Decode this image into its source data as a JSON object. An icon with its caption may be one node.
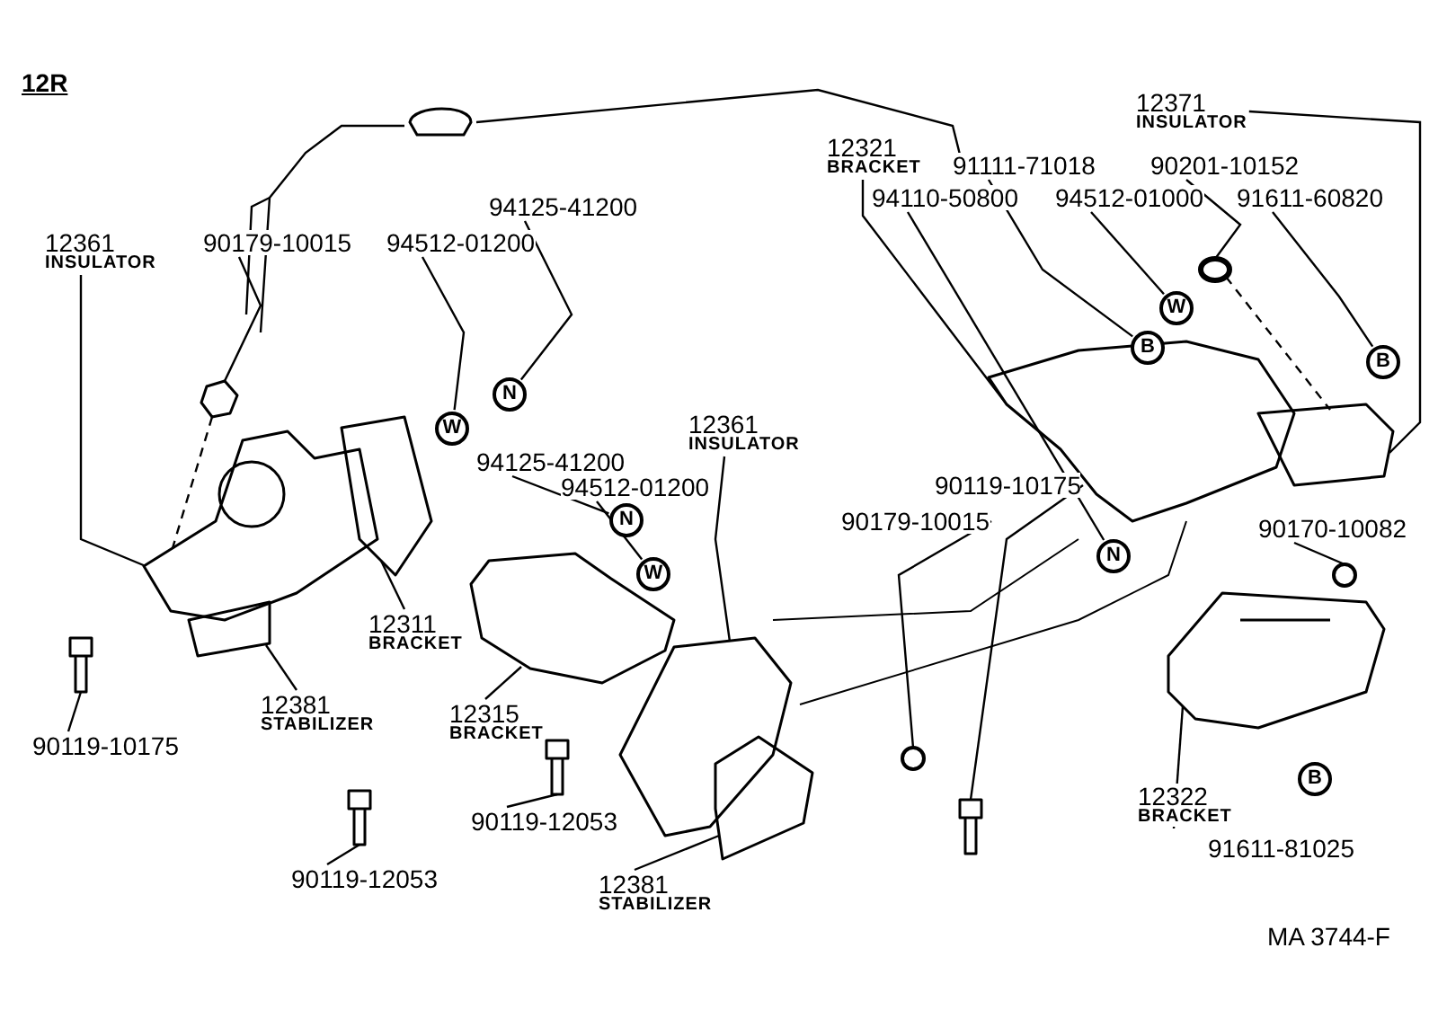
{
  "diagram": {
    "nodes": [
      {
        "text": [
          "12361",
          "INSULATOR"
        ]
      },
      {
        "text": [
          "90179-10015"
        ]
      },
      {
        "text": [
          "94512-01200"
        ]
      },
      {
        "text": [
          "94125-41200"
        ]
      },
      {
        "text": [
          "W"
        ]
      },
      {
        "text": [
          "N"
        ]
      },
      {
        "text": [
          "94125-41200"
        ]
      },
      {
        "text": [
          "94512-01200"
        ]
      },
      {
        "text": [
          "N"
        ]
      },
      {
        "text": [
          "W"
        ]
      },
      {
        "text": [
          "12361",
          "INSULATOR"
        ]
      },
      {
        "text": [
          "12311",
          "BRACKET"
        ]
      },
      {
        "text": [
          "12381",
          "STABILIZER"
        ]
      },
      {
        "text": [
          "12315",
          "BRACKET"
        ]
      },
      {
        "text": [
          "90119-10175"
        ]
      },
      {
        "text": [
          "90119-12053"
        ]
      },
      {
        "text": [
          "90119-12053"
        ]
      },
      {
        "text": [
          "12381",
          "STABILIZER"
        ]
      },
      {
        "text": [
          "90119-10175"
        ]
      },
      {
        "text": [
          "90179-10015"
        ]
      },
      {
        "text": [
          "12321",
          "BRACKET"
        ]
      },
      {
        "text": [
          "94110-50800"
        ]
      },
      {
        "text": [
          "N"
        ]
      },
      {
        "text": [
          "12371",
          "INSULATOR"
        ]
      },
      {
        "text": [
          "91111-71018"
        ]
      },
      {
        "text": [
          "B"
        ]
      },
      {
        "text": [
          "94512-01000"
        ]
      },
      {
        "text": [
          "W"
        ]
      },
      {
        "text": [
          "90201-10152"
        ]
      },
      {
        "text": [
          "91611-60820"
        ]
      },
      {
        "text": [
          "B"
        ]
      },
      {
        "text": [
          "90170-10082"
        ]
      },
      {
        "text": [
          "12322",
          "BRACKET"
        ]
      },
      {
        "text": [
          "B"
        ]
      },
      {
        "text": [
          "91611-81025"
        ]
      },
      {
        "text": [],
        "shape": "picture"
      },
      {
        "text": [],
        "shape": "picture"
      },
      {
        "text": [],
        "shape": "picture"
      },
      {
        "text": [],
        "shape": "picture"
      },
      {
        "text": [],
        "shape": "picture"
      },
      {
        "text": [],
        "shape": "picture"
      },
      {
        "text": [],
        "shape": "picture"
      },
      {
        "text": [],
        "shape": "picture"
      },
      {
        "text": [],
        "shape": "picture"
      },
      {
        "text": [],
        "shape": "picture"
      },
      {
        "text": [],
        "shape": "picture"
      },
      {
        "text": [],
        "shape": "picture"
      },
      {
        "text": [],
        "shape": "picture"
      },
      {
        "text": [],
        "shape": "picture"
      },
      {
        "text": [],
        "shape": "picture"
      },
      {
        "text": [],
        "shape": "picture"
      },
      {
        "text": [],
        "shape": "picture"
      }
    ],
    "edges": [
      {
        "from": 0,
        "to": 36,
        "arrow": "none"
      },
      {
        "from": 1,
        "to": 35,
        "arrow": "none"
      },
      {
        "from": 2,
        "to": 4,
        "arrow": "none"
      },
      {
        "from": 3,
        "to": 5,
        "arrow": "none"
      },
      {
        "from": 6,
        "to": 8,
        "arrow": "none"
      },
      {
        "from": 7,
        "to": 9,
        "arrow": "none"
      },
      {
        "from": 10,
        "to": 43,
        "arrow": "none"
      },
      {
        "from": 11,
        "to": 37,
        "arrow": "none"
      },
      {
        "from": 12,
        "to": 38,
        "arrow": "none"
      },
      {
        "from": 13,
        "to": 41,
        "arrow": "none"
      },
      {
        "from": 14,
        "to": 39,
        "arrow": "none"
      },
      {
        "from": 15,
        "to": 40,
        "arrow": "none"
      },
      {
        "from": 16,
        "to": 42,
        "arrow": "none"
      },
      {
        "from": 17,
        "to": 44,
        "arrow": "none"
      },
      {
        "from": 18,
        "to": 45,
        "arrow": "none"
      },
      {
        "from": 19,
        "to": 46,
        "arrow": "none"
      },
      {
        "from": 20,
        "to": 47,
        "arrow": "none"
      },
      {
        "from": 21,
        "to": 22,
        "arrow": "none"
      },
      {
        "from": 23,
        "to": 48,
        "arrow": "none"
      },
      {
        "from": 24,
        "to": 25,
        "arrow": "none"
      },
      {
        "from": 26,
        "to": 27,
        "arrow": "none"
      },
      {
        "from": 28,
        "to": 49,
        "arrow": "none"
      },
      {
        "from": 29,
        "to": 30,
        "arrow": "none"
      },
      {
        "from": 31,
        "to": 50,
        "arrow": "none"
      },
      {
        "from": 32,
        "to": 51,
        "arrow": "none"
      },
      {
        "from": 35,
        "to": 36,
        "arrow": "none",
        "style": "dashed"
      },
      {
        "from": 49,
        "to": 48,
        "arrow": "none",
        "style": "dashed"
      }
    ],
    "labels": [
      "12R",
      "MA 3744-F"
    ]
  }
}
